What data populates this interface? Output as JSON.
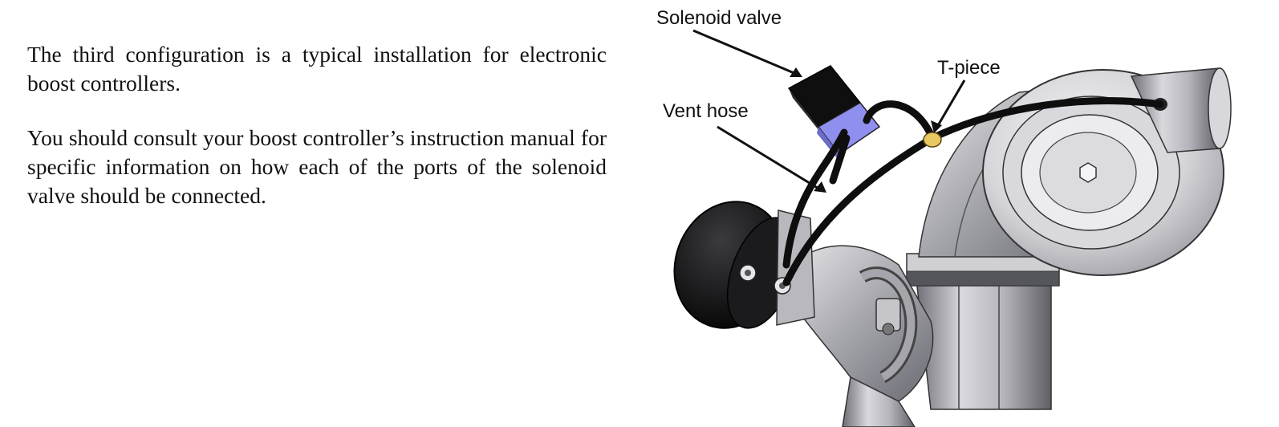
{
  "document": {
    "paragraphs": [
      "The third configuration is a typical installation for electronic boost controllers.",
      "You should consult your boost controller’s instruction manual for specific information on how each of the ports of the solenoid valve should be connected."
    ]
  },
  "figure": {
    "callouts": {
      "solenoid_valve": "Solenoid valve",
      "vent_hose": "Vent hose",
      "t_piece": "T-piece"
    },
    "colors": {
      "solenoid_body": "#111111",
      "solenoid_port": "#8f8ff0",
      "t_piece": "#e8c860",
      "hose": "#0e0e0e",
      "metal_light": "#e3e3e6",
      "metal_mid": "#b9b9bf",
      "metal_dark": "#7d7d84"
    }
  }
}
